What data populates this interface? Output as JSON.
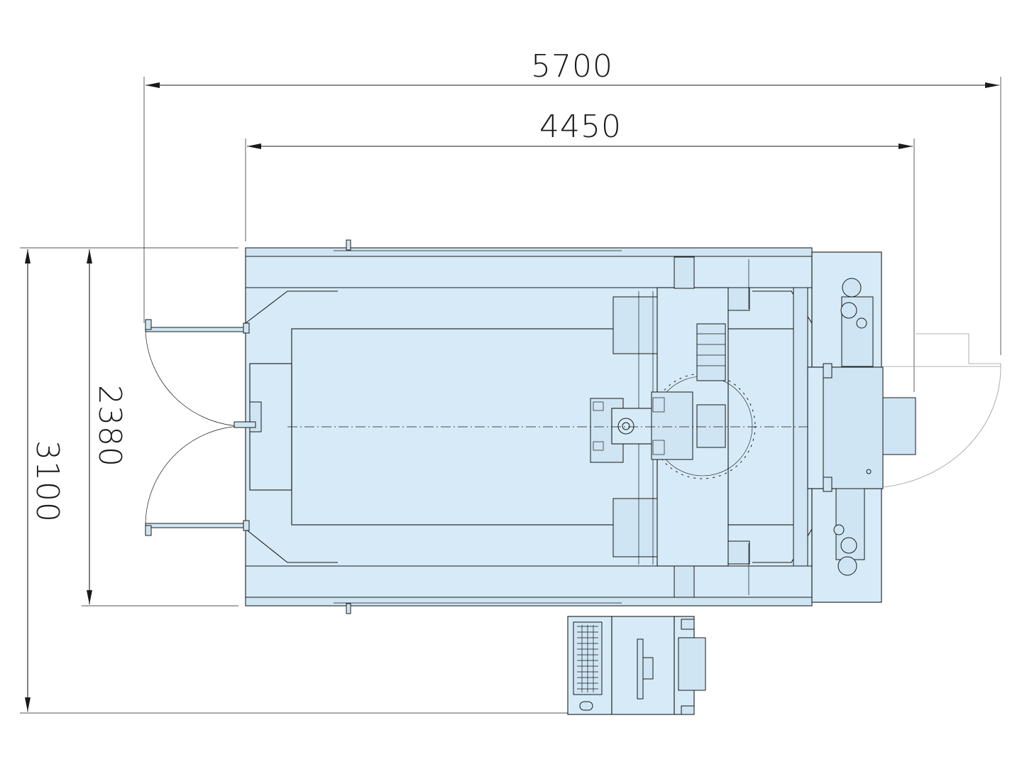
{
  "dimensions": {
    "overall_width": "5700",
    "machine_width": "4450",
    "machine_depth": "2380",
    "overall_depth": "3100"
  },
  "colors": {
    "machine_fill": "#d6ebf7",
    "line": "#1a1a1a"
  },
  "icons": [
    "arrow-head-icon",
    "keyboard-icon",
    "mouse-icon",
    "motor-icon",
    "door-swing-icon",
    "tool-changer-icon"
  ]
}
